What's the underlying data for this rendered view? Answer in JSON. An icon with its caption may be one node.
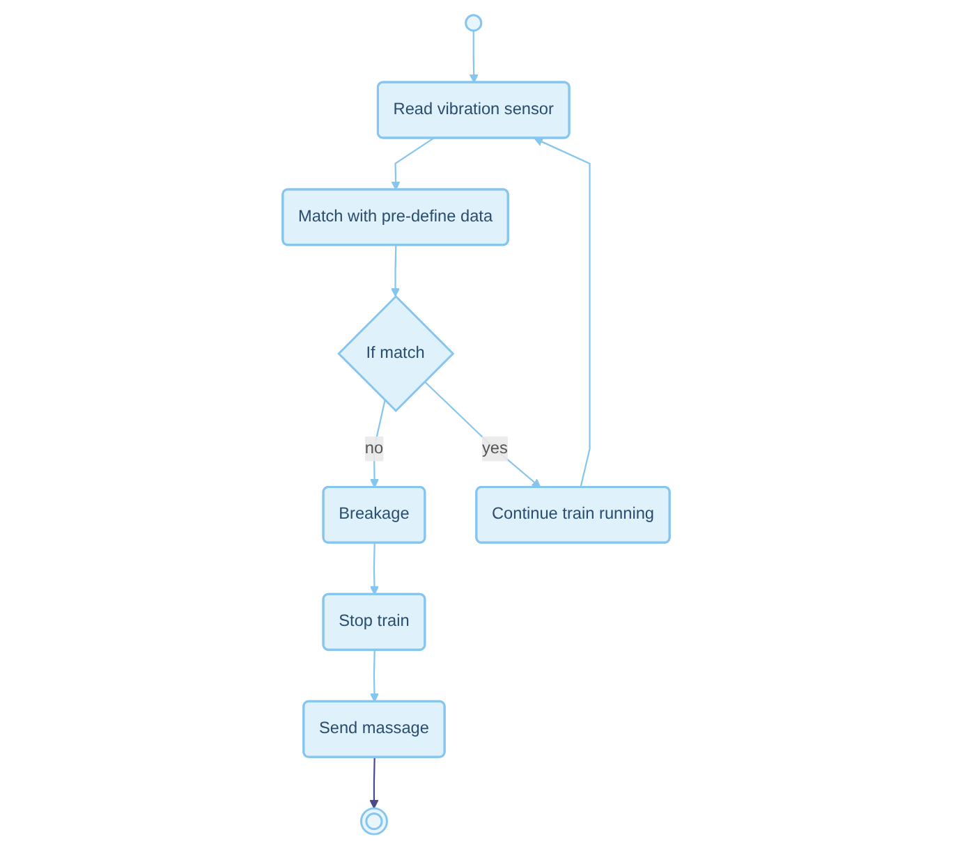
{
  "diagram": {
    "nodes": [
      {
        "text": [],
        "shape": "circle"
      },
      {
        "text": [
          "Read vibration sensor"
        ]
      },
      {
        "text": [
          "Match with pre-define data"
        ]
      },
      {
        "text": [
          "Breakage"
        ]
      },
      {
        "text": [
          "If match"
        ]
      },
      {
        "text": [
          "Continue train running"
        ]
      },
      {
        "text": [
          "Stop train"
        ]
      },
      {
        "text": [
          "Send massage"
        ]
      },
      {
        "text": [],
        "shape": "circle"
      }
    ],
    "edges": [
      {
        "from": 0,
        "to": 1,
        "arrow": "to"
      },
      {
        "from": 1,
        "to": 2,
        "arrow": "to"
      },
      {
        "from": 2,
        "to": 4,
        "arrow": "to"
      },
      {
        "from": 4,
        "to": 3,
        "arrow": "to",
        "label": "no"
      },
      {
        "from": 4,
        "to": 5,
        "arrow": "to",
        "label": "yes"
      },
      {
        "from": 5,
        "to": 1,
        "arrow": "to"
      },
      {
        "from": 3,
        "to": 6,
        "arrow": "to"
      },
      {
        "from": 6,
        "to": 7,
        "arrow": "to"
      },
      {
        "from": 7,
        "to": 8,
        "arrow": "to",
        "color": "#4a4a8a"
      }
    ]
  }
}
